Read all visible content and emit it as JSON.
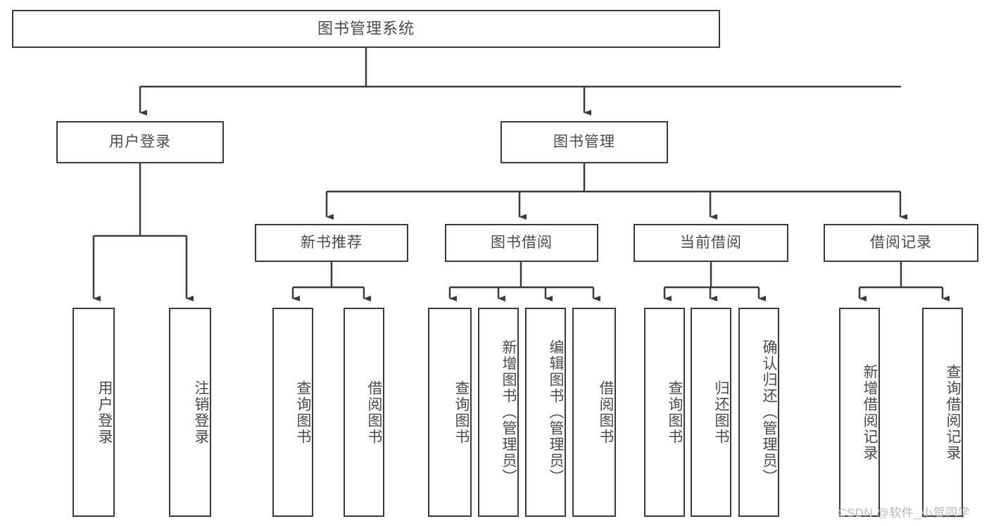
{
  "diagram": {
    "title": "图书管理系统",
    "watermark": "CSDN @软件_小贺同学",
    "line_color": "#3b3b3b",
    "text_color": "#4a4a4a",
    "background": "#ffffff",
    "root": {
      "label": "图书管理系统"
    },
    "level1": [
      {
        "label": "用户登录"
      },
      {
        "label": "图书管理"
      }
    ],
    "level2": [
      {
        "label": "新书推荐"
      },
      {
        "label": "图书借阅"
      },
      {
        "label": "当前借阅"
      },
      {
        "label": "借阅记录"
      }
    ],
    "leaves": {
      "user_login": [
        {
          "label": "用户登录"
        },
        {
          "label": "注销登录"
        }
      ],
      "new_book": [
        {
          "label": "查询图书"
        },
        {
          "label": "借阅图书"
        }
      ],
      "book_borrow": [
        {
          "label": "查询图书"
        },
        {
          "label": "新增图书（管理员）"
        },
        {
          "label": "编辑图书（管理员）"
        },
        {
          "label": "借阅图书"
        }
      ],
      "current_borrow": [
        {
          "label": "查询图书"
        },
        {
          "label": "归还图书"
        },
        {
          "label": "确认归还（管理员）"
        }
      ],
      "borrow_record": [
        {
          "label": "新增借阅记录"
        },
        {
          "label": "查询借阅记录"
        }
      ]
    }
  }
}
